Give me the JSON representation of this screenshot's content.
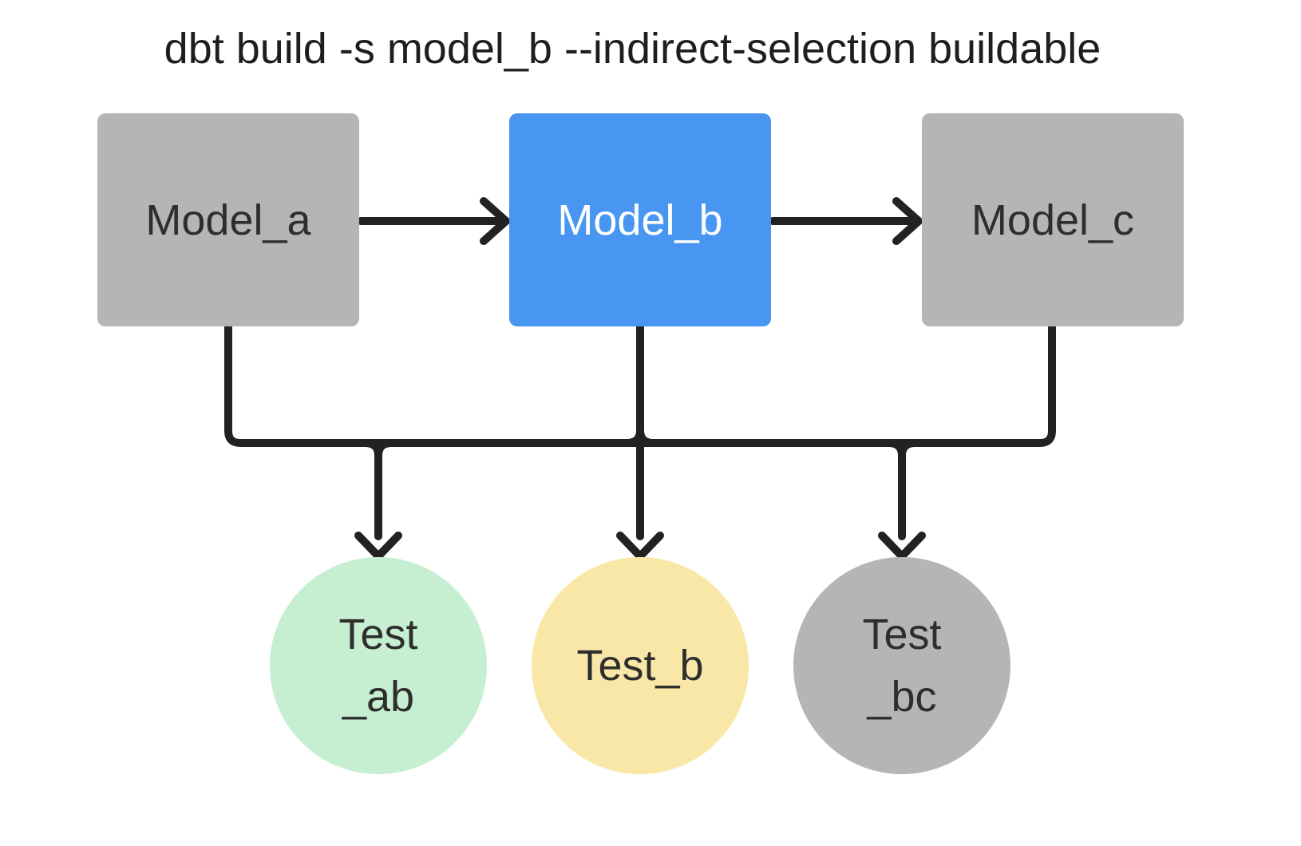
{
  "title": "dbt build -s model_b --indirect-selection buildable",
  "palette": {
    "selected_model_blue": "#4996f2",
    "unselected_gray": "#b5b5b5",
    "test_pass_green": "#c6efd1",
    "test_indirect_yellow": "#f9e7a7",
    "connector_black": "#222222",
    "background": "#ffffff"
  },
  "models": [
    {
      "id": "model_a",
      "label": "Model_a",
      "state": "unselected"
    },
    {
      "id": "model_b",
      "label": "Model_b",
      "state": "selected"
    },
    {
      "id": "model_c",
      "label": "Model_c",
      "state": "unselected"
    }
  ],
  "tests": [
    {
      "id": "test_ab",
      "lines": [
        "Test",
        "_ab"
      ],
      "color": "green"
    },
    {
      "id": "test_b",
      "lines": [
        "Test_b"
      ],
      "color": "yellow"
    },
    {
      "id": "test_bc",
      "lines": [
        "Test",
        "_bc"
      ],
      "color": "gray"
    }
  ],
  "edges": [
    {
      "from": "model_a",
      "to": "model_b",
      "type": "arrow"
    },
    {
      "from": "model_b",
      "to": "model_c",
      "type": "arrow"
    },
    {
      "from": "model_a",
      "to": "test_ab",
      "type": "arrow"
    },
    {
      "from": "model_b",
      "to": "test_ab",
      "type": "arrow"
    },
    {
      "from": "model_b",
      "to": "test_b",
      "type": "arrow"
    },
    {
      "from": "model_b",
      "to": "test_bc",
      "type": "arrow"
    },
    {
      "from": "model_c",
      "to": "test_bc",
      "type": "arrow"
    }
  ]
}
